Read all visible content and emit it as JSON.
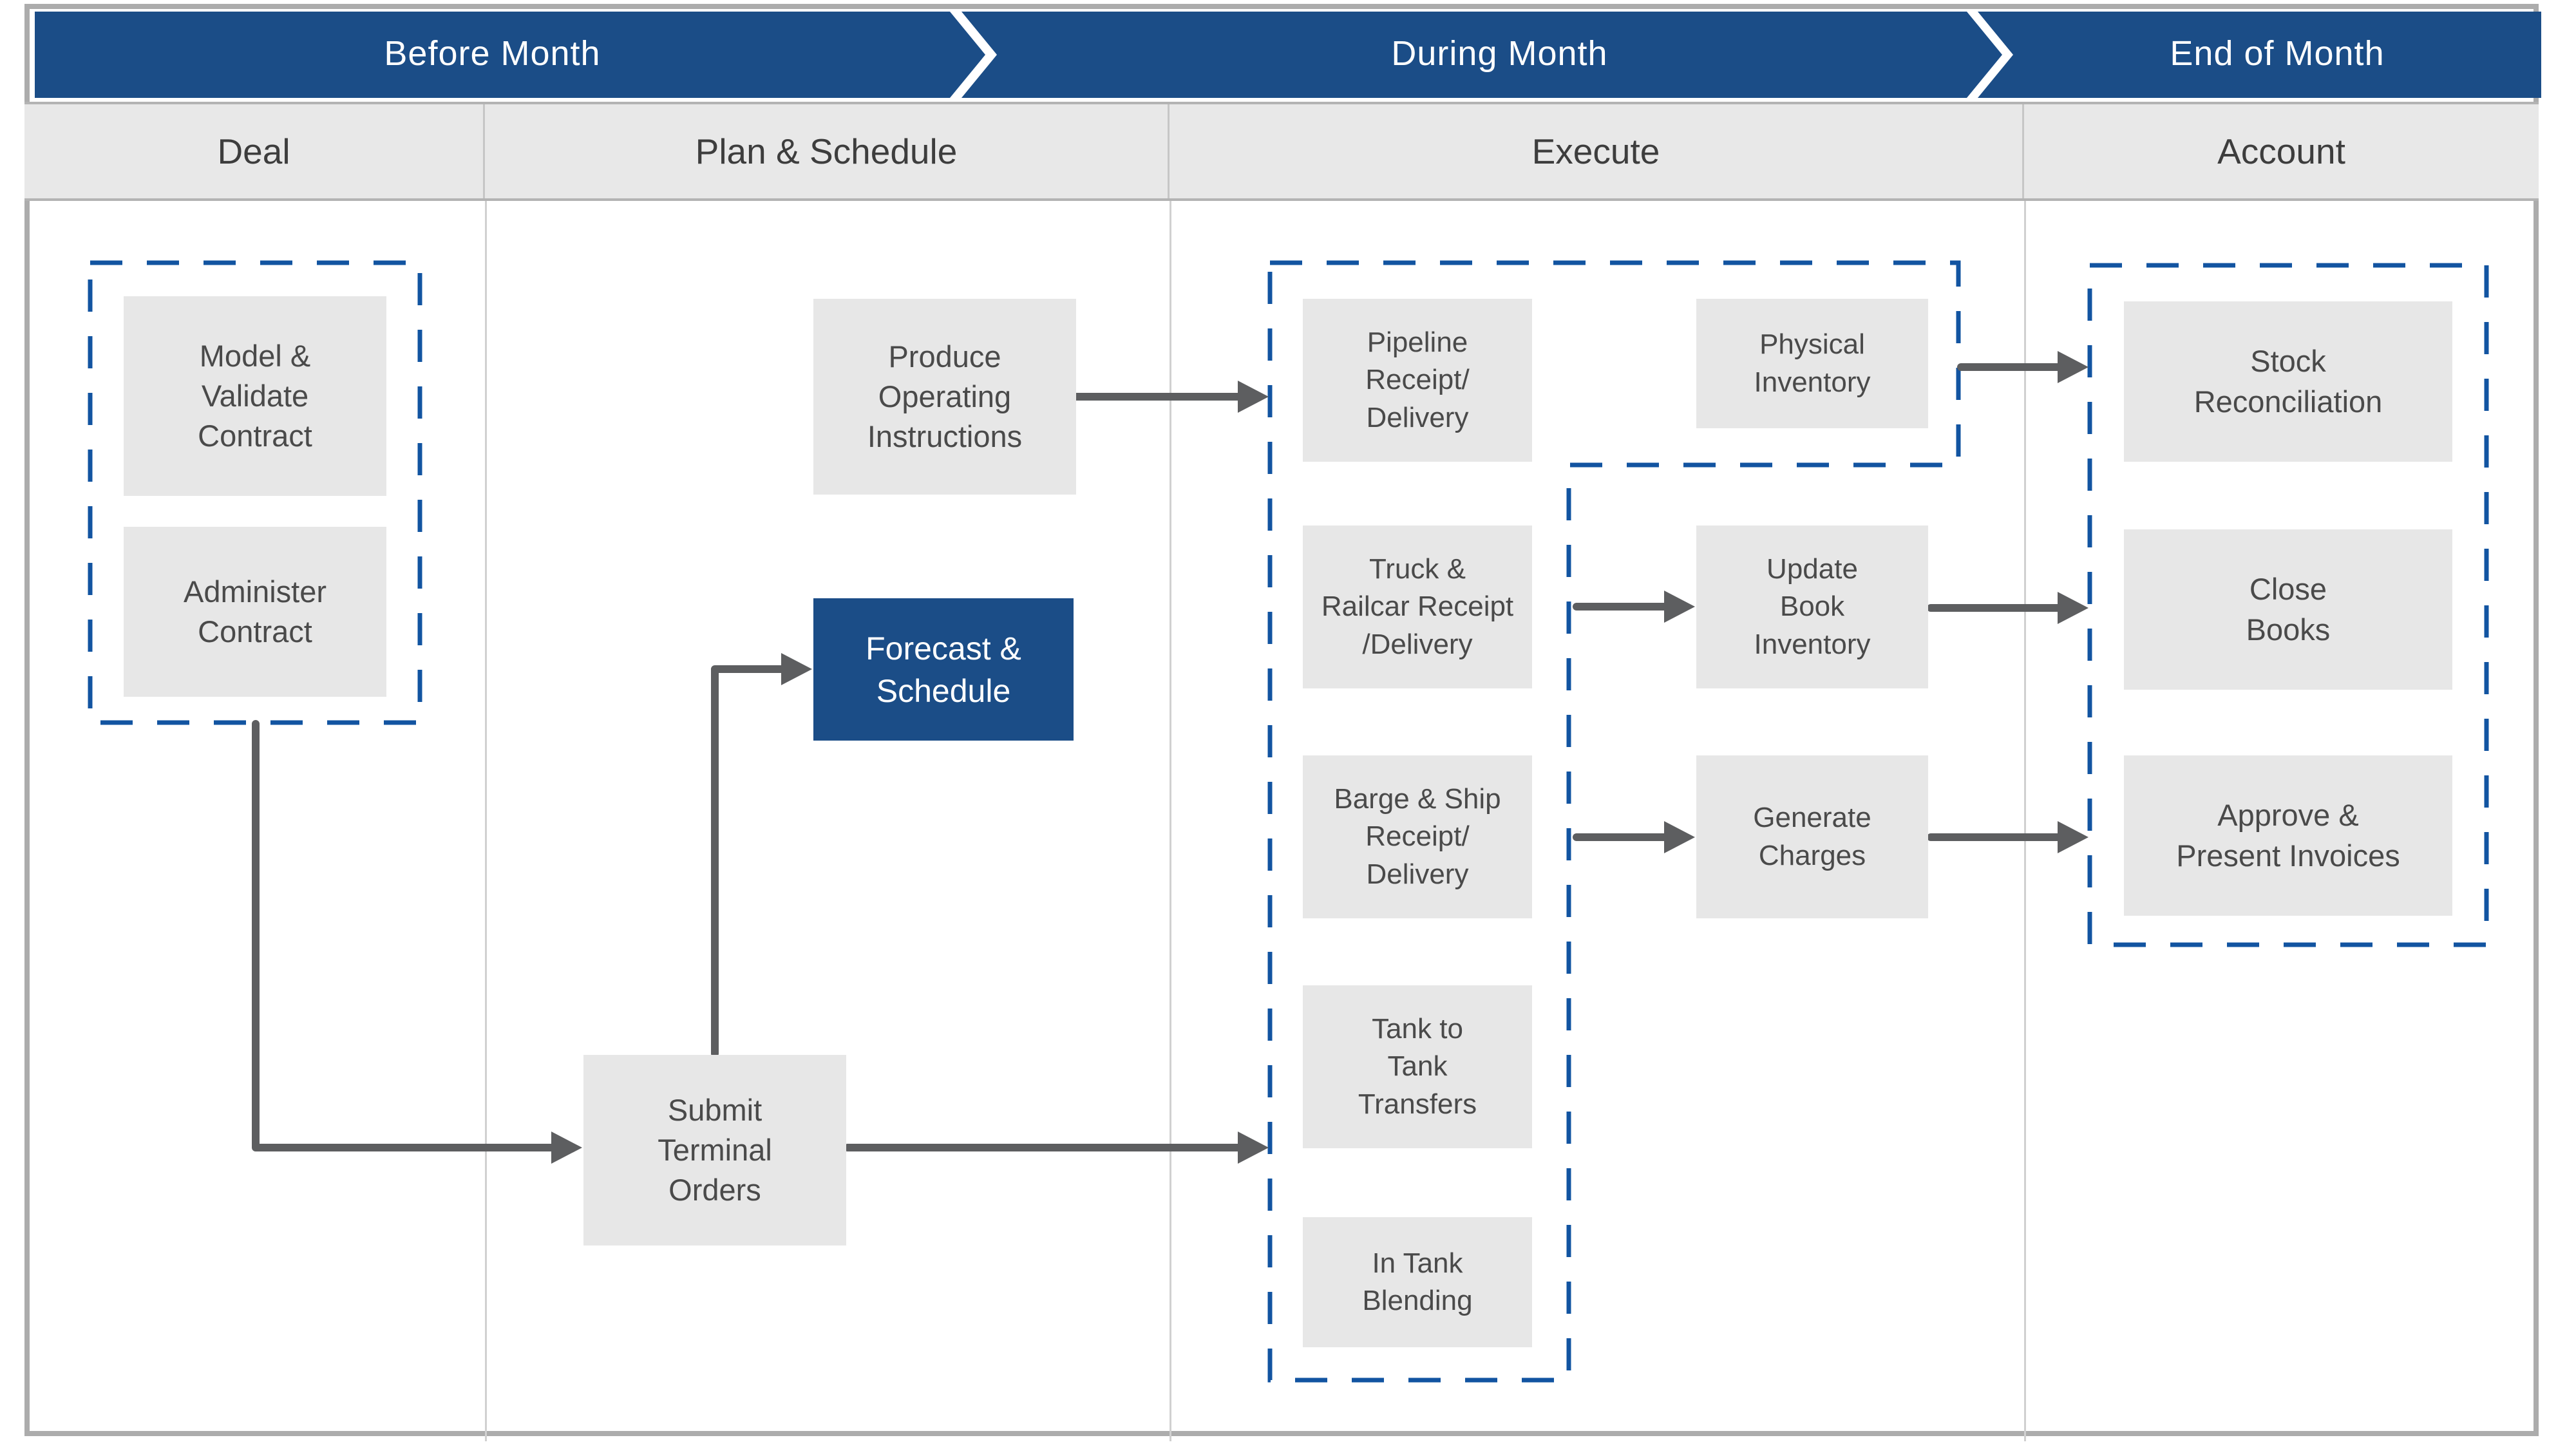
{
  "phases": [
    {
      "label": "Before Month"
    },
    {
      "label": "During Month"
    },
    {
      "label": "End of Month"
    }
  ],
  "columns": [
    {
      "label": "Deal"
    },
    {
      "label": "Plan & Schedule"
    },
    {
      "label": "Execute"
    },
    {
      "label": "Account"
    }
  ],
  "nodes": {
    "model_validate": {
      "label": "Model &\nValidate\nContract"
    },
    "administer": {
      "label": "Administer\nContract"
    },
    "produce_instructions": {
      "label": "Produce\nOperating\nInstructions"
    },
    "forecast_schedule": {
      "label": "Forecast &\nSchedule"
    },
    "submit_orders": {
      "label": "Submit\nTerminal\nOrders"
    },
    "pipeline": {
      "label": "Pipeline\nReceipt/\nDelivery"
    },
    "truck_railcar": {
      "label": "Truck &\nRailcar Receipt\n/Delivery"
    },
    "barge_ship": {
      "label": "Barge & Ship\nReceipt/\nDelivery"
    },
    "tank_to_tank": {
      "label": "Tank to\nTank\nTransfers"
    },
    "in_tank_blending": {
      "label": "In Tank\nBlending"
    },
    "physical_inventory": {
      "label": "Physical\nInventory"
    },
    "update_book_inventory": {
      "label": "Update\nBook\nInventory"
    },
    "generate_charges": {
      "label": "Generate\nCharges"
    },
    "stock_reconciliation": {
      "label": "Stock\nReconciliation"
    },
    "close_books": {
      "label": "Close\nBooks"
    },
    "approve_invoices": {
      "label": "Approve &\nPresent Invoices"
    }
  },
  "colors": {
    "phase_blue": "#1B4D87",
    "dash_blue": "#1254A1",
    "node_gray": "#E7E7E7",
    "node_text": "#4A4A4A",
    "header_bg": "#E8E8E8",
    "header_text": "#3D3D3D",
    "arrow_gray": "#5D5E60",
    "frame_gray": "#ACACAC"
  }
}
